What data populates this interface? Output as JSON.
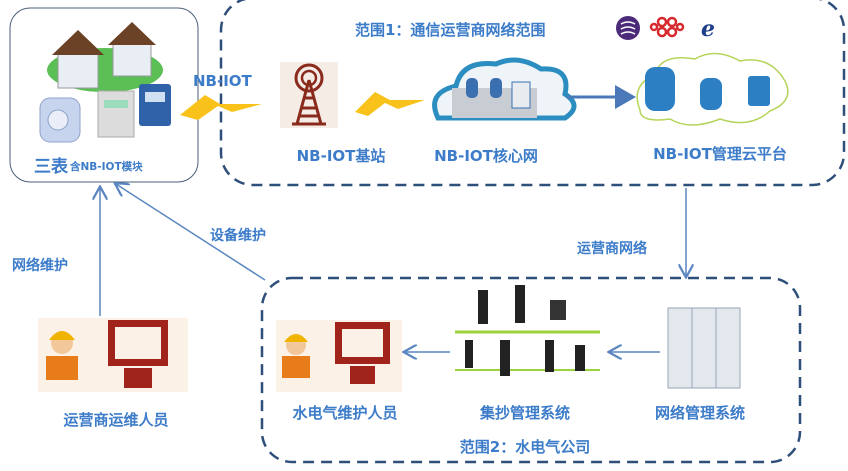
{
  "devices_box": {
    "title_big": "三表",
    "title_small": "含NB-IOT模块"
  },
  "link_label": "NB-IOT",
  "scope1": {
    "title": "范围1：通信运营商网络范围",
    "operators": [
      "china-mobile-logo",
      "china-unicom-logo",
      "china-telecom-logo"
    ]
  },
  "nodes": {
    "base_station": "NB-IOT基站",
    "core_network": "NB-IOT核心网",
    "cloud_platform": "NB-IOT管理云平台",
    "network_mgmt": "网络管理系统",
    "meter_reading": "集抄管理系统",
    "utility_staff": "水电气维护人员",
    "operator_staff": "运营商运维人员"
  },
  "edges": {
    "operator_network": "运营商网络",
    "network_maintenance": "网络维护",
    "device_maintenance": "设备维护"
  },
  "scope2": {
    "title": "范围2：水电气公司"
  },
  "colors": {
    "text": "#3d7cc9",
    "dash": "#2e4f7a",
    "arrow": "#5b86c0",
    "bolt": "#f8c21a"
  }
}
